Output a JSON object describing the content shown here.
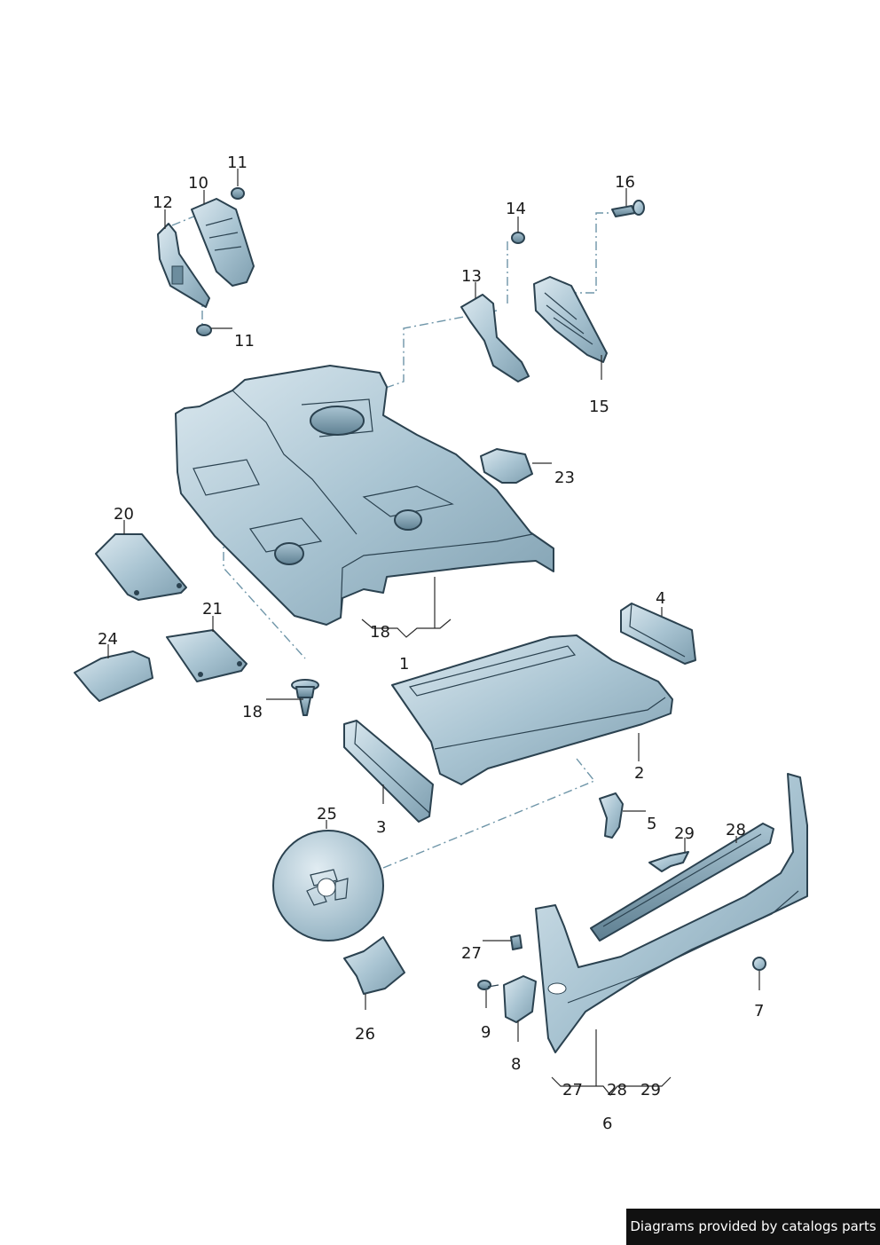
{
  "credit": "Diagrams provided by catalogs parts",
  "callouts": {
    "c1": "1",
    "c2": "2",
    "c3": "3",
    "c4": "4",
    "c5": "5",
    "c6": "6",
    "c7": "7",
    "c8": "8",
    "c9": "9",
    "c10": "10",
    "c11a": "11",
    "c11b": "11",
    "c12": "12",
    "c13": "13",
    "c14": "14",
    "c15": "15",
    "c16": "16",
    "c18a": "18",
    "c18b": "18",
    "c20": "20",
    "c21": "21",
    "c23": "23",
    "c24": "24",
    "c25": "25",
    "c26": "26",
    "c27a": "27",
    "c27b": "27",
    "c28a": "28",
    "c28b": "28",
    "c29a": "29",
    "c29b": "29"
  },
  "colors": {
    "part_fill": "#9fbccb",
    "part_light": "#d5e4ec",
    "part_dark": "#6d8d9e",
    "outline": "#2b4250",
    "dash_line": "#6e95a8"
  }
}
